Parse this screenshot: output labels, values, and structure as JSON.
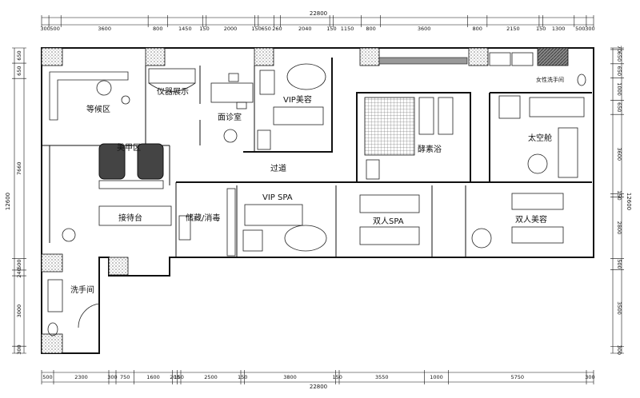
{
  "plan": {
    "rooms": [
      {
        "id": "waiting",
        "label": "等候区"
      },
      {
        "id": "instrument",
        "label": "仪器展示"
      },
      {
        "id": "consult",
        "label": "面诊室"
      },
      {
        "id": "vip-beauty",
        "label": "VIP美容"
      },
      {
        "id": "nail",
        "label": "美甲区"
      },
      {
        "id": "corridor",
        "label": "过道"
      },
      {
        "id": "enzyme",
        "label": "酵素浴"
      },
      {
        "id": "space-capsule",
        "label": "太空舱"
      },
      {
        "id": "female-wash",
        "label": "女性洗手间"
      },
      {
        "id": "reception",
        "label": "接待台"
      },
      {
        "id": "storage",
        "label": "储藏/消毒"
      },
      {
        "id": "vip-spa",
        "label": "VIP SPA"
      },
      {
        "id": "double-spa",
        "label": "双人SPA"
      },
      {
        "id": "double-beauty",
        "label": "双人美容"
      },
      {
        "id": "washroom",
        "label": "洗手间"
      }
    ],
    "dims_top": [
      "300",
      "500",
      "3600",
      "800",
      "1450",
      "150",
      "2000",
      "150",
      "650",
      "260",
      "2040",
      "150",
      "1150",
      "800",
      "3600",
      "800",
      "2150",
      "150",
      "1300",
      "500",
      "300"
    ],
    "dims_top_total": "22800",
    "dims_bottom": [
      "500",
      "2300",
      "300",
      "750",
      "1600",
      "200",
      "150",
      "2500",
      "150",
      "3800",
      "150",
      "3550",
      "1000",
      "5750",
      "300"
    ],
    "dims_bottom_total": "22800",
    "dims_left": [
      "650",
      "650",
      "7660",
      "500",
      "240",
      "3000",
      "300"
    ],
    "dims_left_total": "12600",
    "dims_right": [
      "70",
      "650",
      "650",
      "1000",
      "650",
      "3600",
      "150",
      "2800",
      "500",
      "3500",
      "300"
    ],
    "dims_right_total": "12600"
  }
}
